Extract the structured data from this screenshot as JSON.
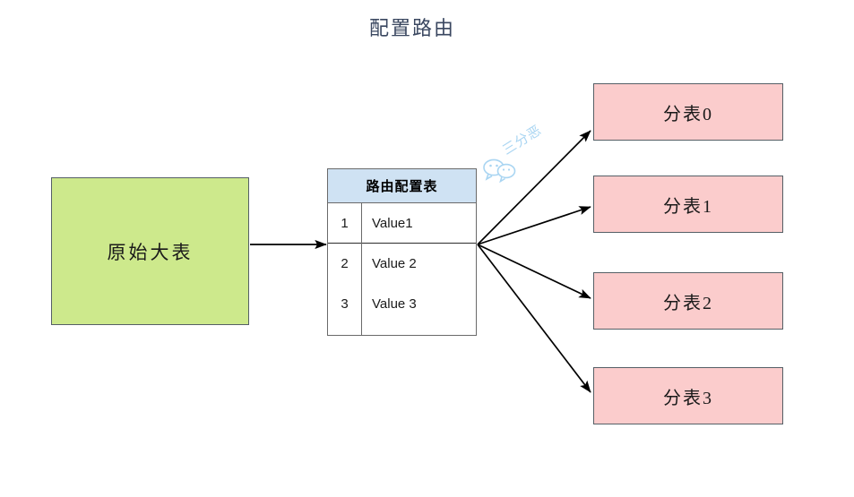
{
  "diagram": {
    "title": "配置路由",
    "source": {
      "label": "原始大表",
      "fill": "#cde98c",
      "stroke": "#555f66"
    },
    "route_table": {
      "header": "路由配置表",
      "header_fill": "#cfe2f3",
      "columns": [
        "id",
        "value"
      ],
      "rows": [
        {
          "id": "1",
          "value": "Value1"
        },
        {
          "id": "2",
          "value": "Value 2"
        },
        {
          "id": "3",
          "value": "Value 3"
        }
      ]
    },
    "shards": [
      {
        "label": "分表0"
      },
      {
        "label": "分表1"
      },
      {
        "label": "分表2"
      },
      {
        "label": "分表3"
      }
    ],
    "shard_fill": "#fbcccc",
    "shard_stroke": "#555f66",
    "edges": [
      {
        "name": "source-to-route-table",
        "from": "原始大表",
        "to": "路由配置表"
      },
      {
        "name": "route-table-to-shard-0",
        "from": "路由配置表",
        "to": "分表0"
      },
      {
        "name": "route-table-to-shard-1",
        "from": "路由配置表",
        "to": "分表1"
      },
      {
        "name": "route-table-to-shard-2",
        "from": "路由配置表",
        "to": "分表2"
      },
      {
        "name": "route-table-to-shard-3",
        "from": "路由配置表",
        "to": "分表3"
      }
    ],
    "watermark": {
      "text": "三分恶",
      "icon": "wechat-icon",
      "color": "#a9d5f2"
    }
  }
}
